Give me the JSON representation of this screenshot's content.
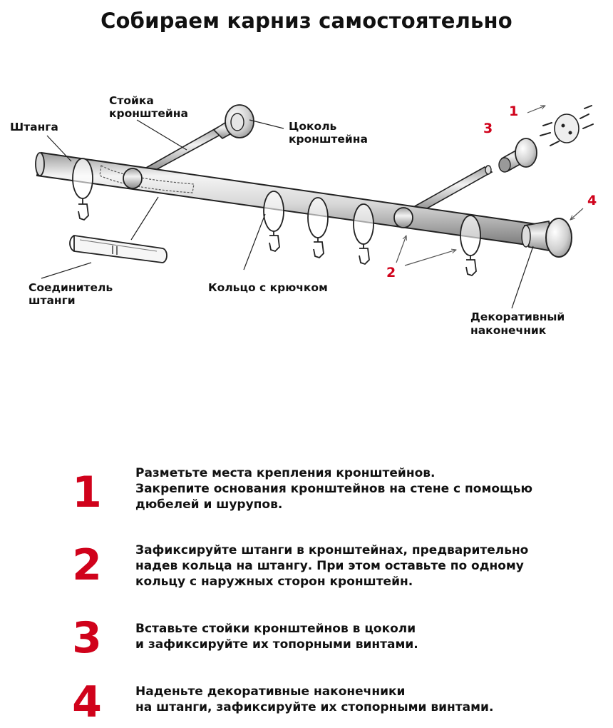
{
  "title": "Собираем карниз самостоятельно",
  "diagram": {
    "labels": {
      "rod": "Штанга",
      "bracket_post_1": "Стойка",
      "bracket_post_2": "кронштейна",
      "bracket_base_1": "Цоколь",
      "bracket_base_2": "кронштейна",
      "connector_1": "Соединитель",
      "connector_2": "штанги",
      "ring": "Кольцо с крючком",
      "finial_1": "Декоративный",
      "finial_2": "наконечник"
    },
    "callouts": [
      "1",
      "2",
      "3",
      "4"
    ]
  },
  "steps": [
    {
      "number": "1",
      "lines": [
        "Разметьте места крепления кронштейнов.",
        "Закрепите основания кронштейнов на стене с помощью",
        "дюбелей и шурупов."
      ]
    },
    {
      "number": "2",
      "lines": [
        "Зафиксируйте штанги в кронштейнах, предварительно",
        "надев кольца на штангу. При этом оставьте по одному",
        "кольцу с наружных сторон кронштейн."
      ]
    },
    {
      "number": "3",
      "lines": [
        "Вставьте стойки кронштейнов в цоколи",
        "и зафиксируйте их топорными винтами."
      ]
    },
    {
      "number": "4",
      "lines": [
        "Наденьте декоративные наконечники",
        "на штанги, зафиксируйте их стопорными винтами."
      ]
    }
  ],
  "colors": {
    "accent": "#d0021b",
    "text": "#111111",
    "line": "#222222"
  }
}
